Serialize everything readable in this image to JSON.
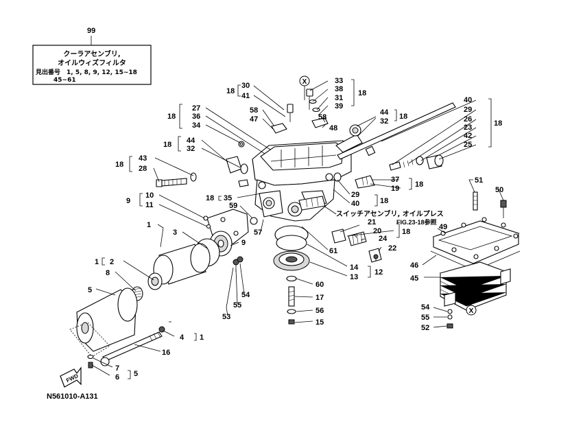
{
  "box": {
    "ref": "99",
    "line1": "クーラアセンブリ,",
    "line2": "オイルウィズフィルタ",
    "line3": "見出番号　1, 5, 8, 9, 12, 15~18",
    "line4": "45~61"
  },
  "notes": {
    "switch_assembly": "スイッチアセンブリ, オイルプレス",
    "switch_ref": "FIG.23-18参照",
    "fwd": "FWD",
    "figure_id": "N561010-A131",
    "circle_x": "X"
  },
  "labels": {
    "n1": "1",
    "n2": "2",
    "n3": "3",
    "n4": "4",
    "n5": "5",
    "n6": "6",
    "n7": "7",
    "n8": "8",
    "n9": "9",
    "n10": "10",
    "n11": "11",
    "n12": "12",
    "n13": "13",
    "n14": "14",
    "n15": "15",
    "n16": "16",
    "n17": "17",
    "n18": "18",
    "n19": "19",
    "n20": "20",
    "n21": "21",
    "n22": "22",
    "n23": "23",
    "n24": "24",
    "n25": "25",
    "n26": "26",
    "n27": "27",
    "n28": "28",
    "n29": "29",
    "n30": "30",
    "n31": "31",
    "n32": "32",
    "n33": "33",
    "n34": "34",
    "n35": "35",
    "n36": "36",
    "n37": "37",
    "n38": "38",
    "n39": "39",
    "n40": "40",
    "n41": "41",
    "n42": "42",
    "n43": "43",
    "n44": "44",
    "n45": "45",
    "n46": "46",
    "n47": "47",
    "n48": "48",
    "n49": "49",
    "n50": "50",
    "n51": "51",
    "n52": "52",
    "n53": "53",
    "n54": "54",
    "n55": "55",
    "n56": "56",
    "n57": "57",
    "n58": "58",
    "n59": "59",
    "n60": "60",
    "n61": "61"
  }
}
